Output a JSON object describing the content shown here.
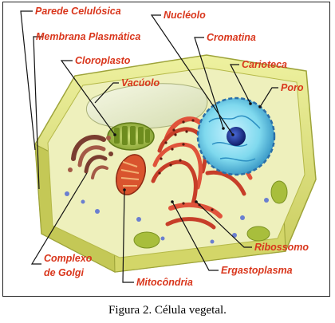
{
  "labels": {
    "parede": "Parede Celulósica",
    "membrana": "Membrana Plasmática",
    "cloroplasto": "Cloroplasto",
    "vacuolo": "Vacúolo",
    "nucleolo": "Nucléolo",
    "cromatina": "Cromatina",
    "carioteca": "Carioteca",
    "poro": "Poro",
    "complexo_1": "Complexo",
    "complexo_2": "de Golgi",
    "mitocondria": "Mitocôndria",
    "ergastoplasma": "Ergastoplasma",
    "ribossomo": "Ribossomo"
  },
  "caption": "Figura 2. Célula vegetal.",
  "colors": {
    "label": "#d9361c",
    "wall": "#d9dd7a",
    "cytoplasm": "#eef0b8",
    "nucleus": "#6fd3e8",
    "nucleolus": "#223a9a",
    "chloroplast": "#a6c24a",
    "mitochondria": "#d24a2a",
    "er": "#e0533b",
    "golgi": "#8a4a3a",
    "vacuole": "#e4e9c8"
  }
}
